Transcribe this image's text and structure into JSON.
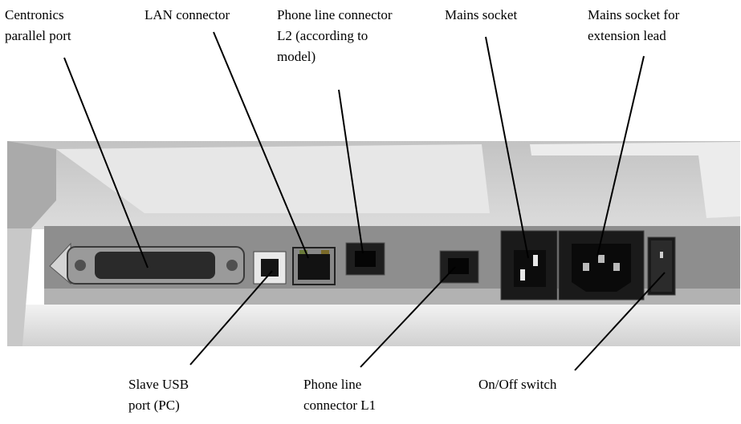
{
  "labels": {
    "centronics": [
      "Centronics",
      "parallel port"
    ],
    "lan": [
      "LAN connector"
    ],
    "phone_l2": [
      "Phone line connector",
      "L2 (according to",
      "model)"
    ],
    "mains": [
      "Mains socket"
    ],
    "mains_ext": [
      "Mains socket for",
      "extension lead"
    ],
    "usb": [
      "Slave USB",
      "port (PC)"
    ],
    "phone_l1": [
      "Phone line",
      "connector L1"
    ],
    "onoff": [
      "On/Off switch"
    ]
  }
}
